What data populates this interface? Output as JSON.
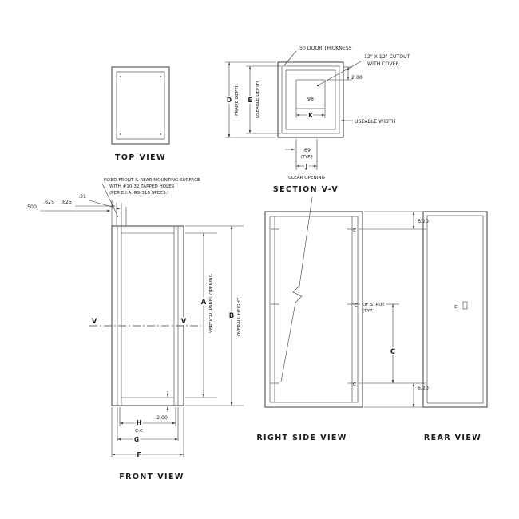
{
  "page": {
    "background": "#ffffff",
    "line_color": "#3c3c3c"
  },
  "top_view": {
    "title": "TOP VIEW"
  },
  "section_vv": {
    "title": "SECTION V-V",
    "door_thickness_note": ".50 DOOR THICKNESS",
    "cutout_note_line1": "12\" X 12\" CUTOUT",
    "cutout_note_line2": "WITH COVER.",
    "dim_top_offset": "2.00",
    "dim_inner": ".98",
    "dim_k": "K",
    "dim_d": "D",
    "label_frame_depth": "FRAME DEPTH",
    "dim_e": "E",
    "label_useable_depth": "USEABLE DEPTH",
    "label_useable_width": "USEABLE WIDTH",
    "dim_edge": ".69",
    "dim_edge_typ": "(TYP.)",
    "dim_j": "J",
    "label_clear_opening": "CLEAR OPENING"
  },
  "front_view": {
    "title": "FRONT VIEW",
    "note_line1": "FIXED FRONT & REAR MOUNTING SURFACE",
    "note_line2": "WITH #10-32 TAPPED HOLES",
    "note_line3": "(PER E.I.A. RS-310 SPECS.)",
    "dim_500": ".500",
    "dim_625_a": ".625",
    "dim_625_b": ".625",
    "dim_31": ".31",
    "section_marker_left": "V",
    "section_marker_right": "V",
    "dim_a": "A",
    "label_vertical_panel_opening": "VERTICAL PANEL OPENING",
    "dim_b": "B",
    "label_overall_height": "OVERALL HEIGHT",
    "dim_bottom": "2.00",
    "dim_h": "H",
    "dim_h_sub": "C-C",
    "dim_g": "G",
    "dim_f": "F"
  },
  "right_side_view": {
    "title": "RIGHT SIDE VIEW",
    "dim_top": "6.20",
    "dim_bottom": "6.20",
    "dim_c": "C",
    "centerline_top": "C",
    "centerline_bottom": "C",
    "centerline_mid": "C",
    "label_of_strut": "OF STRUT",
    "label_typ": "(TYP.)"
  },
  "rear_view": {
    "title": "REAR VIEW",
    "latch_label": "C-"
  }
}
